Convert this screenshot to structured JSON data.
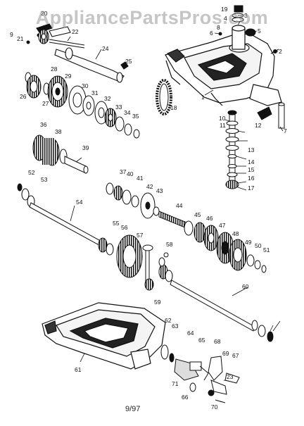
{
  "watermark": "AppliancePartsPros.com",
  "footer_code": "9/97",
  "part_labels": [
    "1",
    "2",
    "3",
    "4",
    "5",
    "6",
    "7",
    "8",
    "9",
    "10",
    "11",
    "12",
    "13",
    "14",
    "15",
    "16",
    "17",
    "18",
    "19",
    "20",
    "21",
    "22",
    "23",
    "24",
    "25",
    "26",
    "27",
    "28",
    "29",
    "30",
    "31",
    "32",
    "33",
    "34",
    "35",
    "36",
    "37",
    "38",
    "39",
    "40",
    "41",
    "42",
    "43",
    "44",
    "45",
    "46",
    "47",
    "48",
    "49",
    "50",
    "51",
    "52",
    "53",
    "54",
    "55",
    "56",
    "57",
    "58",
    "59",
    "60",
    "61",
    "62",
    "63",
    "64",
    "65",
    "66",
    "67",
    "68",
    "69",
    "70",
    "71"
  ]
}
